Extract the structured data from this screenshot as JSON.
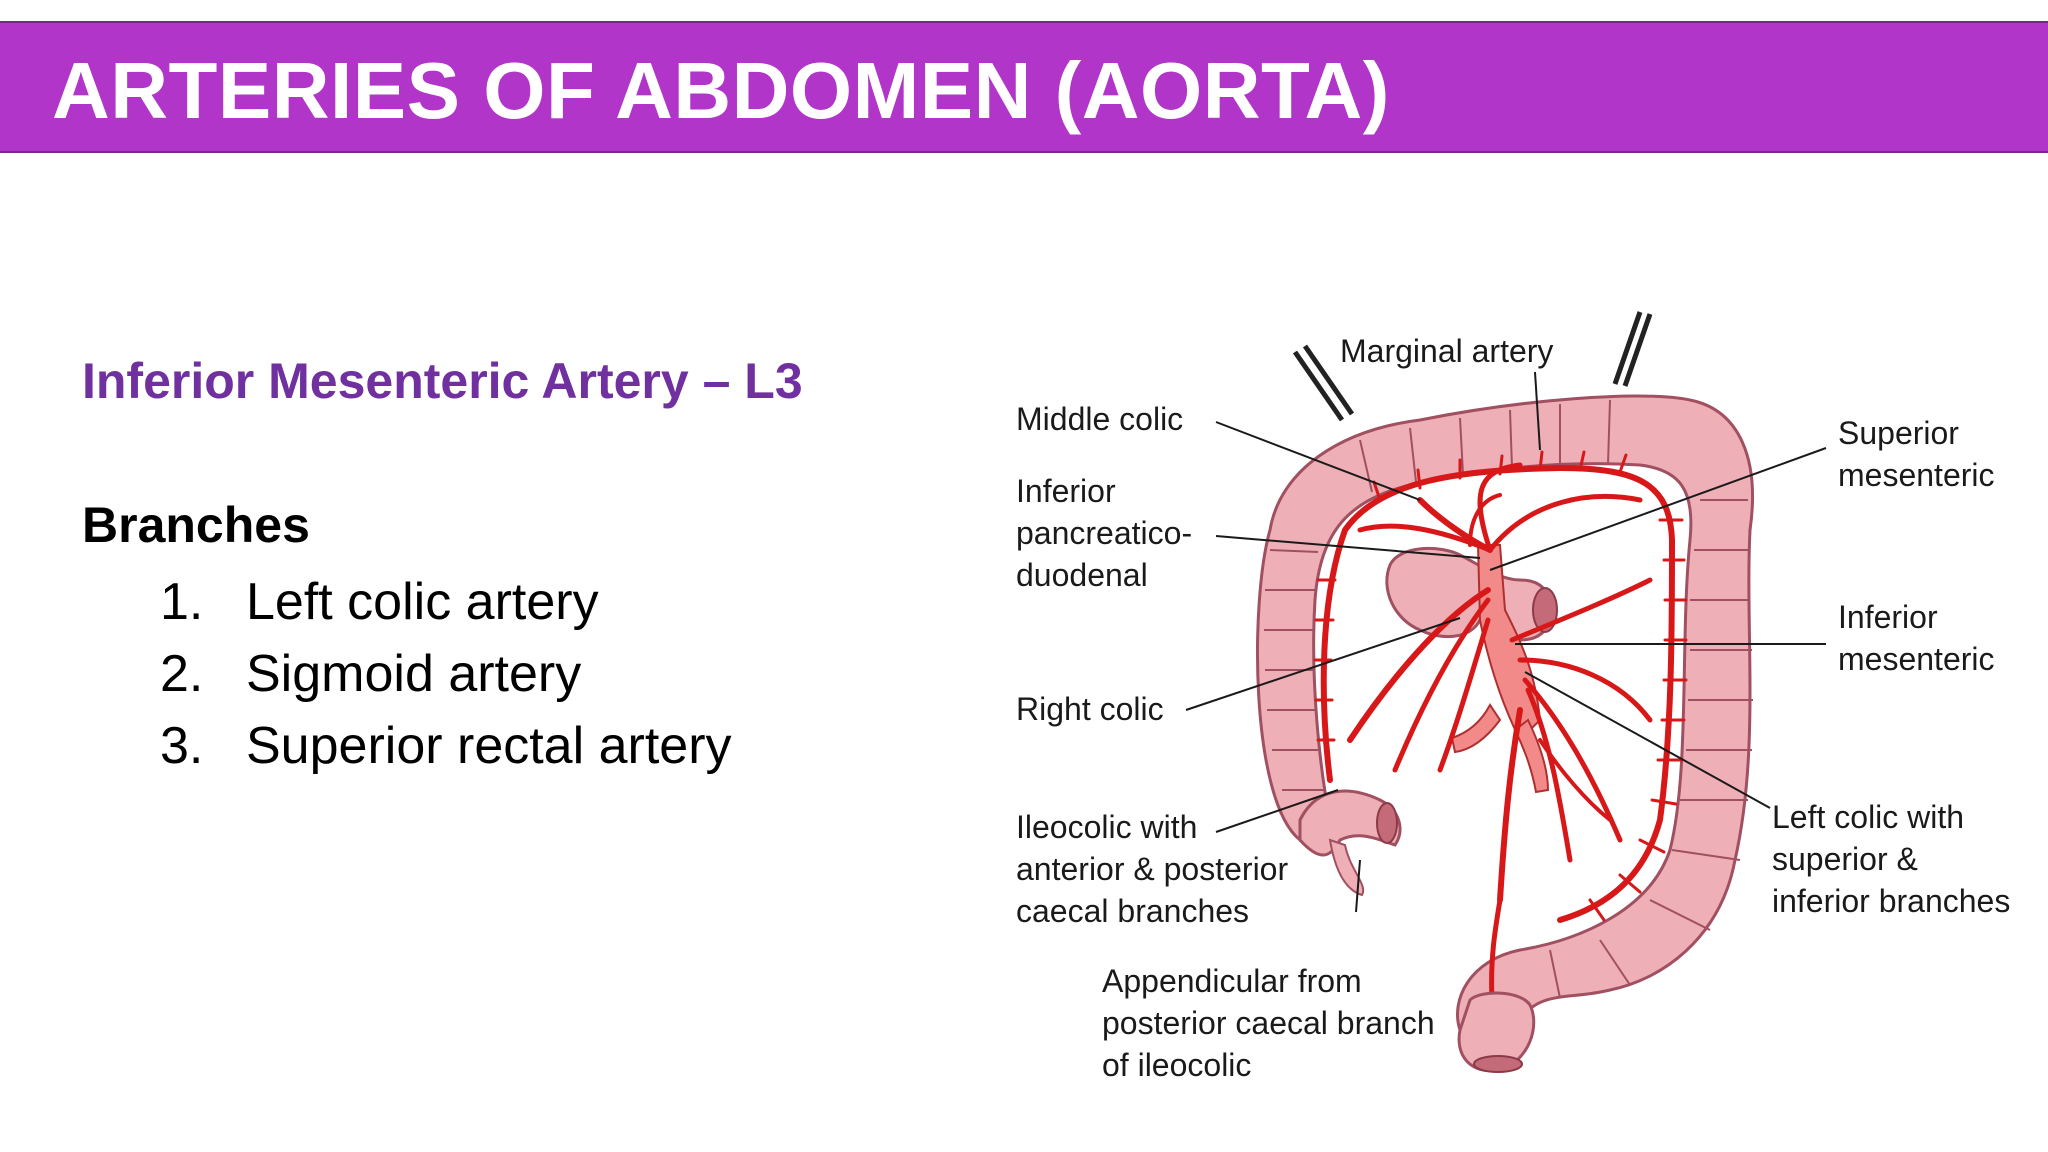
{
  "slide": {
    "title": "ARTERIES OF ABDOMEN (AORTA)",
    "subtitle": "Inferior Mesenteric Artery – L3",
    "branches_heading": "Branches",
    "branches": [
      {
        "num": "1.",
        "label": "Left colic artery"
      },
      {
        "num": "2.",
        "label": "Sigmoid artery"
      },
      {
        "num": "3.",
        "label": "Superior rectal artery"
      }
    ]
  },
  "diagram": {
    "labels": {
      "marginal": "Marginal artery",
      "middle_colic": "Middle colic",
      "inf_pancreatico_1": "Inferior",
      "inf_pancreatico_2": "pancreatico-",
      "inf_pancreatico_3": "duodenal",
      "right_colic": "Right colic",
      "ileocolic_1": "Ileocolic with",
      "ileocolic_2": "anterior & posterior",
      "ileocolic_3": "caecal branches",
      "appendicular_1": "Appendicular from",
      "appendicular_2": "posterior caecal branch",
      "appendicular_3": "of ileocolic",
      "sup_mes_1": "Superior",
      "sup_mes_2": "mesenteric",
      "inf_mes_1": "Inferior",
      "inf_mes_2": "mesenteric",
      "left_colic_1": "Left colic with",
      "left_colic_2": "superior &",
      "left_colic_3": "inferior branches"
    }
  },
  "colors": {
    "title_bar": "#b035c8",
    "subtitle": "#7030a0",
    "colon": "#e8a0a8",
    "artery": "#d81818"
  }
}
